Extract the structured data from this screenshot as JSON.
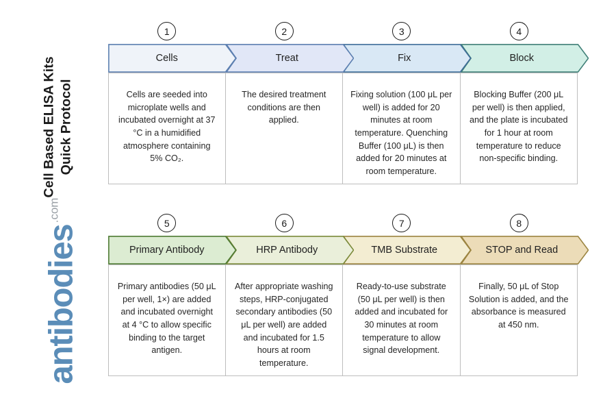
{
  "page": {
    "title_line1": "Cell Based ELISA Kits",
    "title_line2": "Quick Protocol",
    "title": "Cell Based ELISA Kits\nQuick Protocol"
  },
  "brand": {
    "name": "antibodies",
    "tld": ".com",
    "color": "#5b8db8",
    "tld_color": "#9aa0a6"
  },
  "colors": {
    "box_border": "#bdbdbd",
    "number_ring": "#1a1a1a",
    "page_background": "#ffffff"
  },
  "rows": [
    {
      "steps": [
        {
          "number": "1",
          "label": "Cells",
          "fill": "#eff3f9",
          "stroke": "#5c7fb0",
          "description": "Cells are seeded into microplate wells and incubated overnight at 37 °C in a humidified atmosphere containing 5% CO₂."
        },
        {
          "number": "2",
          "label": "Treat",
          "fill": "#e1e7f7",
          "stroke": "#5c7fb0",
          "description": "The desired treatment conditions are then applied."
        },
        {
          "number": "3",
          "label": "Fix",
          "fill": "#d9e8f5",
          "stroke": "#3f6d99",
          "description": "Fixing solution (100 μL per well) is added for 20 minutes at room temperature. Quenching Buffer (100 μL) is then added for 20 minutes at room temperature."
        },
        {
          "number": "4",
          "label": "Block",
          "fill": "#d2efe6",
          "stroke": "#3f7f77",
          "description": "Blocking Buffer (200 μL per well) is then applied, and the plate is incubated for 1 hour at room temperature to reduce non-specific binding."
        }
      ]
    },
    {
      "steps": [
        {
          "number": "5",
          "label": "Primary Antibody",
          "fill": "#dcecd2",
          "stroke": "#4d7a33",
          "description": "Primary antibodies (50 μL per well, 1×) are added and incubated overnight at 4 °C to allow specific binding to the target antigen."
        },
        {
          "number": "6",
          "label": "HRP Antibody",
          "fill": "#eaefda",
          "stroke": "#7a8a3a",
          "description": "After appropriate washing steps, HRP-conjugated secondary antibodies (50 μL per well) are added and incubated for 1.5 hours at room temperature."
        },
        {
          "number": "7",
          "label": "TMB Substrate",
          "fill": "#f3edd2",
          "stroke": "#9b8440",
          "description": "Ready-to-use substrate (50 μL per well) is then added and incubated for 30 minutes at room temperature to allow signal development."
        },
        {
          "number": "8",
          "label": "STOP and Read",
          "fill": "#ecdcb8",
          "stroke": "#9b8440",
          "description": "Finally, 50 μL of Stop Solution is added, and the absorbance is measured at 450 nm."
        }
      ]
    }
  ]
}
